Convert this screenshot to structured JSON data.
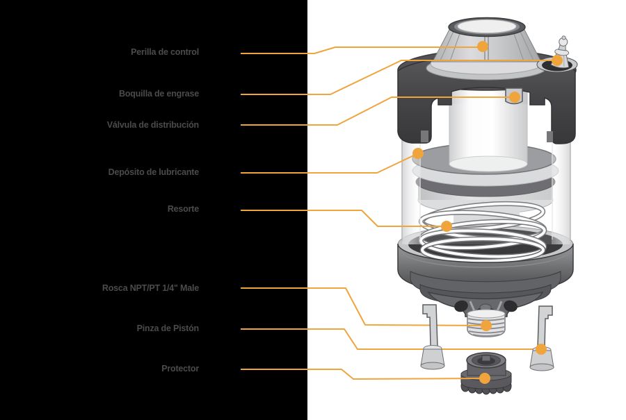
{
  "diagram": {
    "type": "exploded-parts-diagram",
    "subject": "single-point-lubricator-cutaway"
  },
  "labels": [
    {
      "id": "perilla",
      "text": "Perilla de control"
    },
    {
      "id": "boquilla",
      "text": "Boquilla de engrase"
    },
    {
      "id": "valvula",
      "text": "Válvula de distribución"
    },
    {
      "id": "deposito",
      "text": "Depósito de lubricante"
    },
    {
      "id": "resorte",
      "text": "Resorte"
    },
    {
      "id": "rosca",
      "text": "Rosca NPT/PT 1/4\" Male"
    },
    {
      "id": "pinza",
      "text": "Pinza de Pistón"
    },
    {
      "id": "protector",
      "text": "Protector"
    }
  ],
  "colors": {
    "accent": "#F0A43C",
    "panel_bg": "#000000",
    "canvas_bg": "#FFFFFF",
    "label_text": "#4B4B4B",
    "device_dark": "#48484B",
    "device_light": "#D5D6D8"
  }
}
